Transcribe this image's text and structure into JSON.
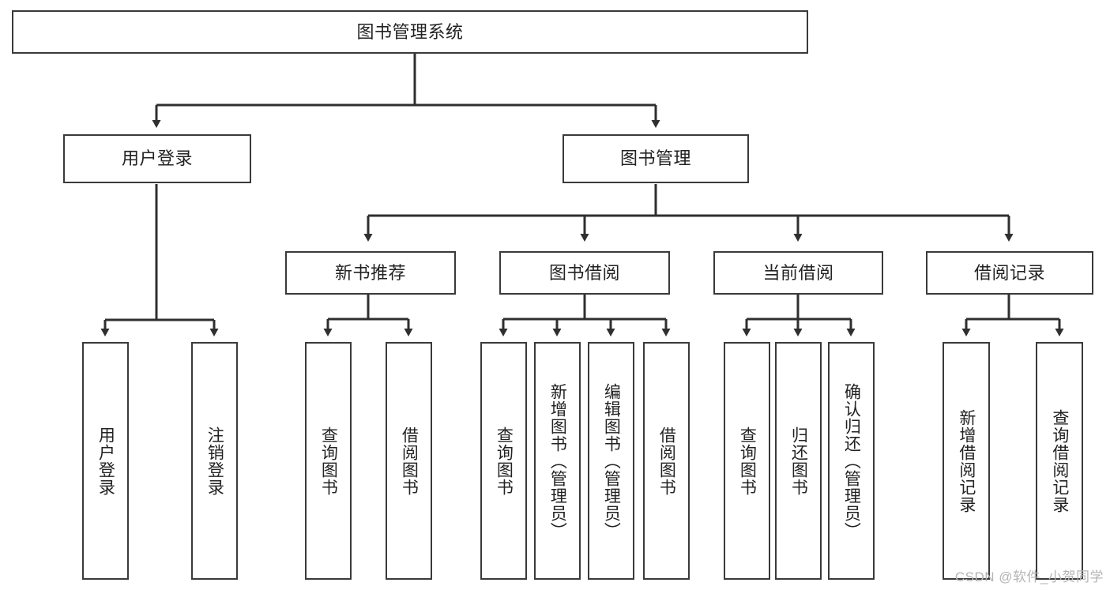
{
  "diagram": {
    "title": "图书管理系统",
    "type": "functional-decomposition-tree",
    "root": {
      "id": "root",
      "label": "图书管理系统"
    },
    "level2": [
      {
        "id": "user-login",
        "label": "用户登录"
      },
      {
        "id": "book-management",
        "label": "图书管理"
      }
    ],
    "level3": [
      {
        "id": "new-book-recommend",
        "label": "新书推荐"
      },
      {
        "id": "book-borrow",
        "label": "图书借阅"
      },
      {
        "id": "current-borrow",
        "label": "当前借阅"
      },
      {
        "id": "borrow-record",
        "label": "借阅记录"
      }
    ],
    "leaves": {
      "user_login": [
        {
          "id": "leaf-user-login",
          "label": "用户登录"
        },
        {
          "id": "leaf-logout-login",
          "label": "注销登录"
        }
      ],
      "new_book_recommend": [
        {
          "id": "leaf-query-book-1",
          "label": "查询图书"
        },
        {
          "id": "leaf-borrow-book-1",
          "label": "借阅图书"
        }
      ],
      "book_borrow": [
        {
          "id": "leaf-query-book-2",
          "label": "查询图书"
        },
        {
          "id": "leaf-add-book",
          "label": "新增图书（管理员）"
        },
        {
          "id": "leaf-edit-book",
          "label": "编辑图书（管理员）"
        },
        {
          "id": "leaf-borrow-book-2",
          "label": "借阅图书"
        }
      ],
      "current_borrow": [
        {
          "id": "leaf-query-book-3",
          "label": "查询图书"
        },
        {
          "id": "leaf-return-book",
          "label": "归还图书"
        },
        {
          "id": "leaf-confirm-return",
          "label": "确认归还（管理员）"
        }
      ],
      "borrow_record": [
        {
          "id": "leaf-add-record",
          "label": "新增借阅记录"
        },
        {
          "id": "leaf-query-record",
          "label": "查询借阅记录"
        }
      ]
    }
  },
  "watermark": {
    "text": "CSDN @软件_小贺同学"
  },
  "colors": {
    "box_border": "#3a3a3a",
    "box_fill": "#ffffff",
    "text": "#222222",
    "edge": "#2f2f2f",
    "watermark": "#b4b4b4",
    "background": "#ffffff"
  }
}
